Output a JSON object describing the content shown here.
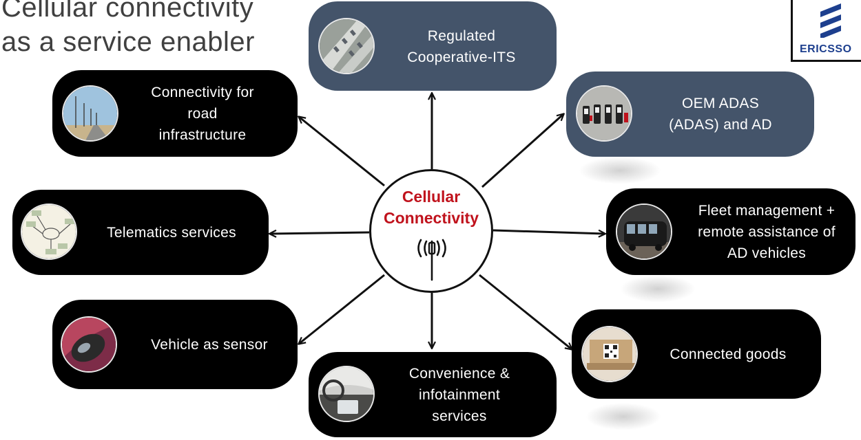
{
  "title": "Cellular connectivity\nas a service enabler",
  "logo": {
    "text": "ERICSSO"
  },
  "hub": {
    "title": "Cellular\nConnectivity",
    "icon": "antenna-icon"
  },
  "nodes": [
    {
      "id": "regulated-c-its",
      "label": "Regulated\nCooperative-ITS",
      "icon": "highway-traffic-photo"
    },
    {
      "id": "oem-adas",
      "label": "OEM ADAS\n(ADAS) and AD",
      "icon": "cars-lineup-photo"
    },
    {
      "id": "fleet-management",
      "label": "Fleet management +\nremote assistance of\nAD vehicles",
      "icon": "bus-photo"
    },
    {
      "id": "connected-goods",
      "label": "Connected goods",
      "icon": "pallet-qr-photo"
    },
    {
      "id": "convenience-infotainment",
      "label": "Convenience &\ninfotainment\nservices",
      "icon": "car-dashboard-photo"
    },
    {
      "id": "vehicle-as-sensor",
      "label": "Vehicle as sensor",
      "icon": "car-sensor-photo"
    },
    {
      "id": "telematics",
      "label": "Telematics services",
      "icon": "telematics-diagram-photo"
    },
    {
      "id": "road-infrastructure",
      "label": "Connectivity for\nroad\ninfrastructure",
      "icon": "road-lights-photo"
    }
  ]
}
